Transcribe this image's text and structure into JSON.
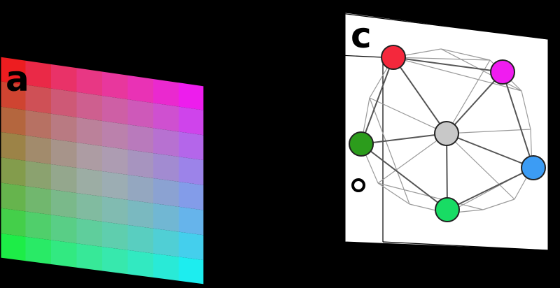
{
  "panels": {
    "a": {
      "label": "a"
    },
    "c": {
      "label": "c"
    }
  },
  "color_grid": {
    "rows": 8,
    "cols": 8,
    "corner_colors": {
      "top_left": "#ff0000",
      "top_right": "#ff00ff",
      "bottom_left": "#00ff33",
      "bottom_right": "#00ffff"
    },
    "center_color": "#cccccc"
  },
  "graph": {
    "nodes": [
      {
        "id": "red",
        "color": "#f4283c"
      },
      {
        "id": "magenta",
        "color": "#f01cf0"
      },
      {
        "id": "blue",
        "color": "#3c9cf4"
      },
      {
        "id": "green",
        "color": "#18dc64"
      },
      {
        "id": "dark-green",
        "color": "#2c9c1c"
      },
      {
        "id": "gray",
        "color": "#c8c8c8"
      }
    ],
    "edge_color": "#555555",
    "mesh_color": "#9a9a9a"
  },
  "background_color": "#000000",
  "panel_background": "#ffffff"
}
